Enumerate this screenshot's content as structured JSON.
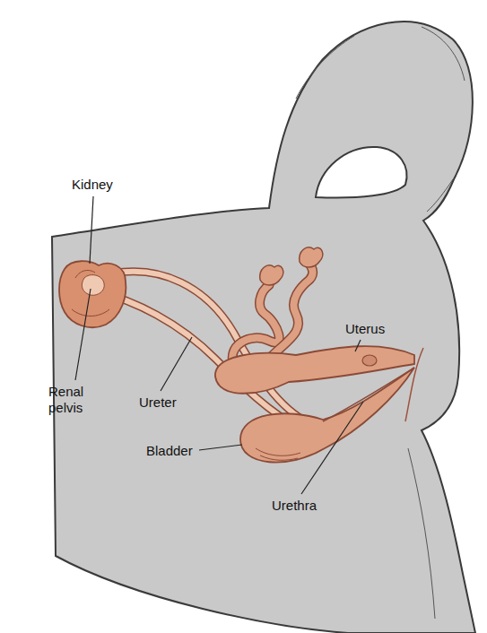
{
  "diagram": {
    "labels": [
      "Kidney",
      "Renal pelvis",
      "Ureter",
      "Uterus",
      "Bladder",
      "Urethra"
    ]
  }
}
